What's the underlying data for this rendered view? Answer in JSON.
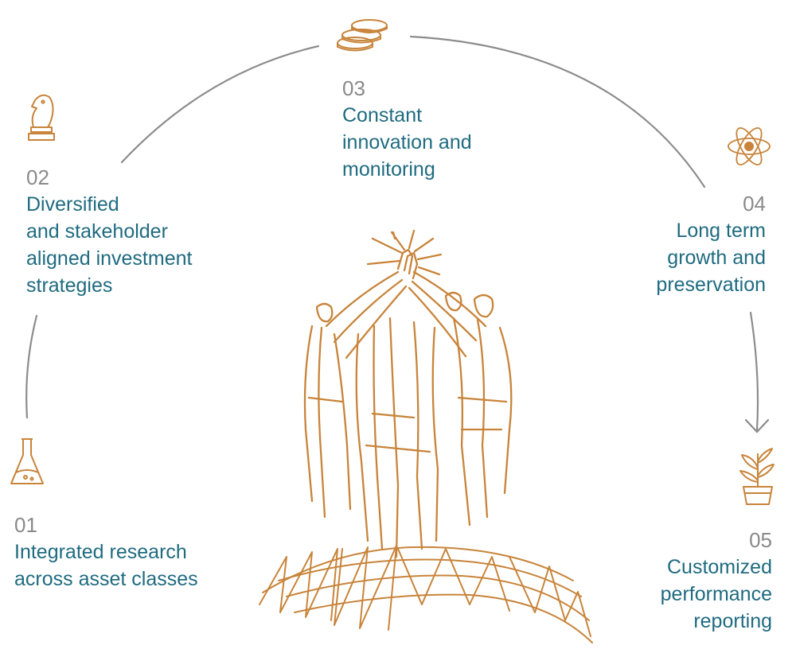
{
  "colors": {
    "accent": "#c8843a",
    "label": "#1f6b80",
    "number": "#8a8a8a",
    "arc": "#8c8c8c"
  },
  "steps": [
    {
      "number": "01",
      "label": "Integrated research\nacross asset classes",
      "icon": "flask-icon"
    },
    {
      "number": "02",
      "label": "Diversified\nand stakeholder\naligned investment\nstrategies",
      "icon": "chess-knight-icon"
    },
    {
      "number": "03",
      "label": "Constant\ninnovation and\nmonitoring",
      "icon": "coins-stack-icon"
    },
    {
      "number": "04",
      "label": "Long term\ngrowth and\npreservation",
      "icon": "atom-icon"
    },
    {
      "number": "05",
      "label": "Customized\nperformance\nreporting",
      "icon": "potted-plant-icon"
    }
  ]
}
